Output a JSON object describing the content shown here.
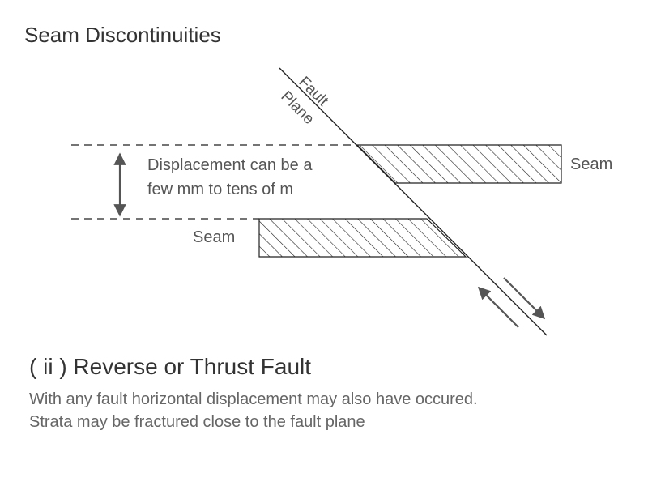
{
  "title": "Seam Discontinuities",
  "fault_label": {
    "line1": "Fault",
    "line2": "Plane"
  },
  "seam_upper_label": "Seam",
  "seam_lower_label": "Seam",
  "displacement_note": {
    "line1": "Displacement can be a",
    "line2": "few mm to tens of m"
  },
  "caption": {
    "heading": "( ii ) Reverse or Thrust Fault",
    "line1": "With any fault horizontal displacement may also have occured.",
    "line2": "Strata may be fractured close to the fault plane"
  },
  "colors": {
    "line": "#222222",
    "arrow": "#555555",
    "text": "#555555"
  }
}
